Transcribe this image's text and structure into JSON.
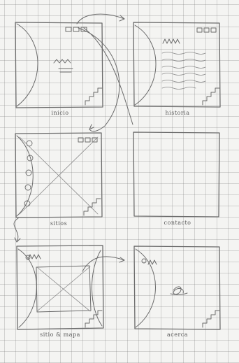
{
  "sheet": {
    "frames": [
      {
        "label": "inicio",
        "name": "frame-inicio"
      },
      {
        "label": "historia",
        "name": "frame-historia"
      },
      {
        "label": "sitios",
        "name": "frame-sitios"
      },
      {
        "label": "contacto",
        "name": "frame-contacto"
      },
      {
        "label": "sitio & mapa",
        "name": "frame-sitio-mapa"
      },
      {
        "label": "acerca",
        "name": "frame-acerca"
      }
    ]
  }
}
